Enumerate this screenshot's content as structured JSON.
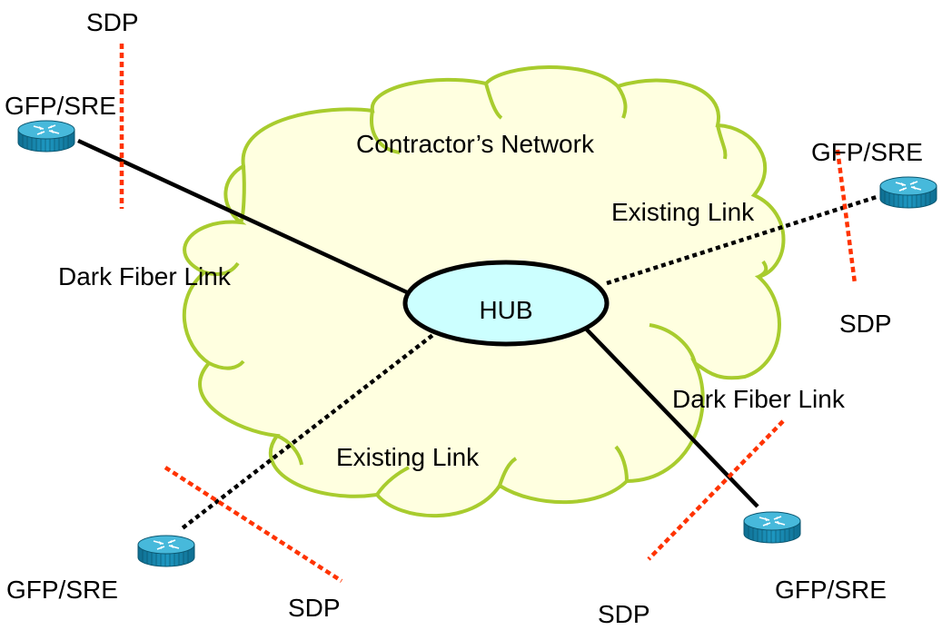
{
  "colors": {
    "cloud_fill": "#FFFFE0",
    "cloud_stroke": "#A8CC2E",
    "hub_fill": "#CCFFFF",
    "hub_stroke": "#000000",
    "sdp_line": "#FF3300",
    "router_body": "#1A8BB3",
    "router_top": "#43B7D9",
    "link": "#000000"
  },
  "labels": {
    "cloud": "Contractor’s Network",
    "hub": "HUB",
    "dark_fiber_left": "Dark Fiber Link",
    "dark_fiber_right": "Dark Fiber Link",
    "existing_right": "Existing Link",
    "existing_bottom": "Existing Link",
    "router_top_left": "GFP/SRE",
    "router_right": "GFP/SRE",
    "router_bottom_left": "GFP/SRE",
    "router_bottom_right": "GFP/SRE",
    "sdp_top_left": "SDP",
    "sdp_right": "SDP",
    "sdp_bottom_left": "SDP",
    "sdp_bottom_right": "SDP"
  },
  "links": [
    {
      "name": "top-left",
      "type": "dark-fiber"
    },
    {
      "name": "right",
      "type": "existing"
    },
    {
      "name": "bottom-left",
      "type": "existing"
    },
    {
      "name": "bottom-right",
      "type": "dark-fiber"
    }
  ],
  "icons": {
    "router": "router-icon"
  }
}
